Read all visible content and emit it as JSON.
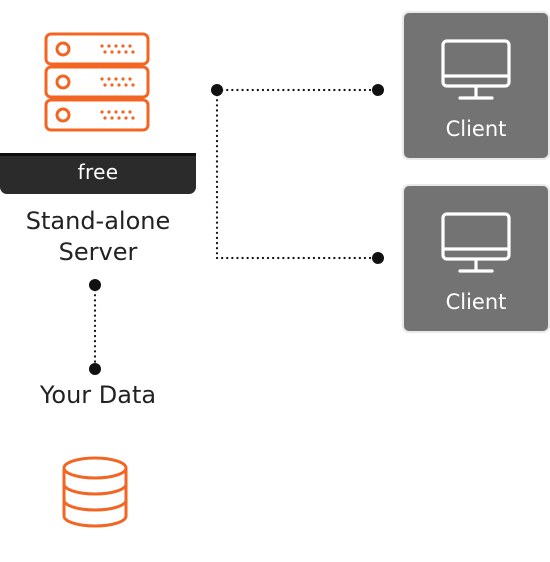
{
  "server": {
    "badge_label": "free",
    "label_line1": "Stand-alone",
    "label_line2": "Server"
  },
  "data_store": {
    "label": "Your Data"
  },
  "clients": [
    {
      "label": "Client"
    },
    {
      "label": "Client"
    }
  ],
  "colors": {
    "accent": "#f26522",
    "badge_bg": "#2b2b2b",
    "card_bg": "#737373",
    "connector": "#111111"
  },
  "icons": {
    "server": "server-rack-icon",
    "database": "database-icon",
    "client": "monitor-icon"
  }
}
